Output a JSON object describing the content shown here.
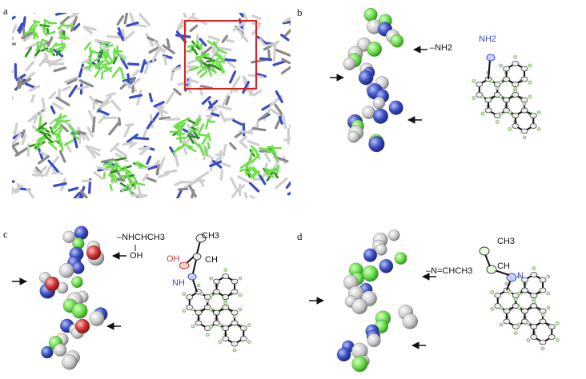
{
  "panels": {
    "a": {
      "label": "a"
    },
    "b": {
      "label": "b",
      "group": "–NH2",
      "atom_nh2": "NH2"
    },
    "c": {
      "label": "c",
      "group": "–NHCHCH3",
      "group_oh": "OH",
      "atom_ch3": "CH3",
      "atom_oh": "OH",
      "atom_ch": "CH",
      "atom_nh": "NH"
    },
    "d": {
      "label": "d",
      "group": "–N=CHCH3",
      "atom_ch3": "CH3",
      "atom_ch": "CH",
      "atom_n": "N"
    }
  },
  "colors": {
    "carbon_grey": "#c8c8c8",
    "ligand_green": "#6ce04a",
    "nitrogen_blue": "#3a4cc4",
    "oxygen_red": "#d03434",
    "highlight_box": "#e02020"
  }
}
